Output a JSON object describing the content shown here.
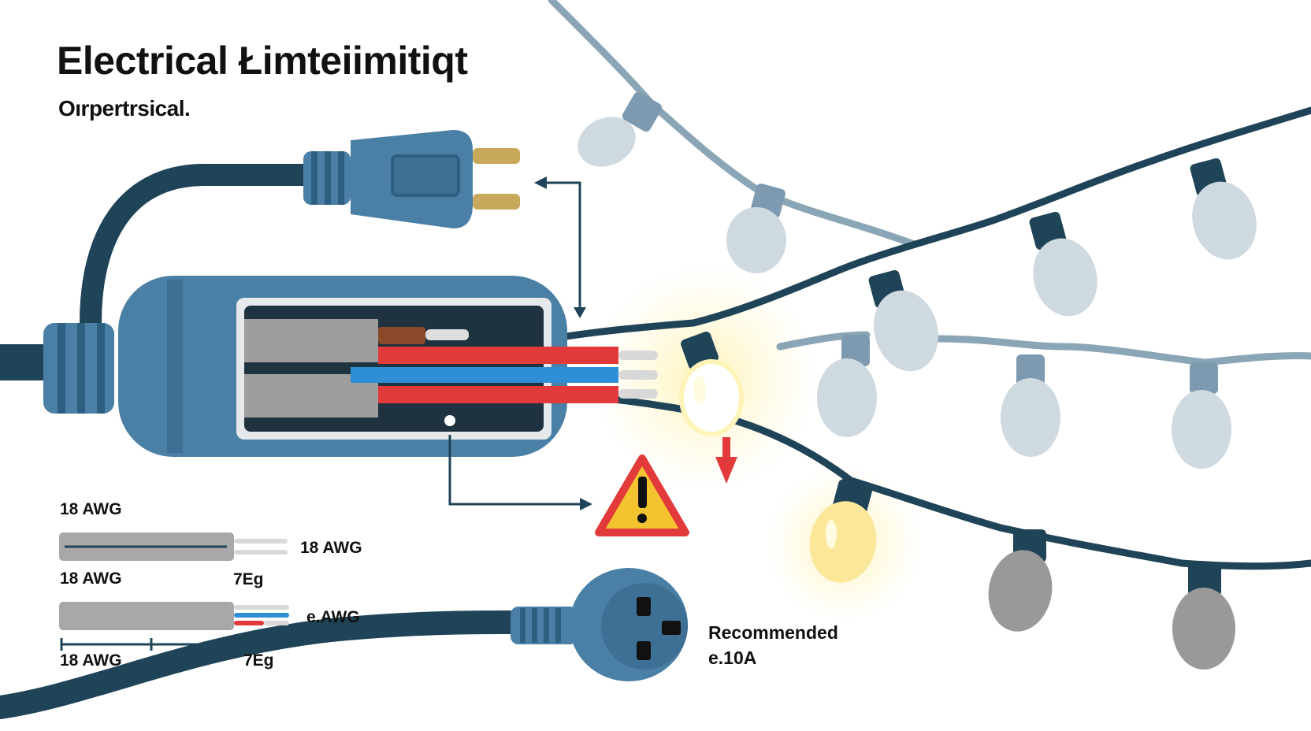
{
  "title": "Electrical Łimteiimitiqt",
  "subtitle": "Oırpertrsical.",
  "gauge_labels": {
    "top": "18 AWG",
    "wire_1_right": "18 AWG",
    "wire_1_left": "18 AWG",
    "wire_1_end": "7Eg",
    "wire_2_right": "e.AWG",
    "scale_left": "18 AWG",
    "scale_right": "7Eg"
  },
  "recommendation": {
    "title": "Recommended",
    "value": "e.10A"
  },
  "colors": {
    "cord_dark": "#1f4458",
    "connector_blue": "#4a7fa6",
    "plug_prong": "#c8a85a",
    "wire_red": "#e23a3a",
    "wire_blue": "#2f8fd6",
    "warning_red": "#e23a3a",
    "warning_yellow": "#f4c430",
    "bulb_glow": "#fff3b0"
  },
  "icons": [
    "power-plug-icon",
    "warning-triangle-icon",
    "outlet-socket-icon",
    "light-bulb-icon",
    "down-arrow-icon"
  ]
}
